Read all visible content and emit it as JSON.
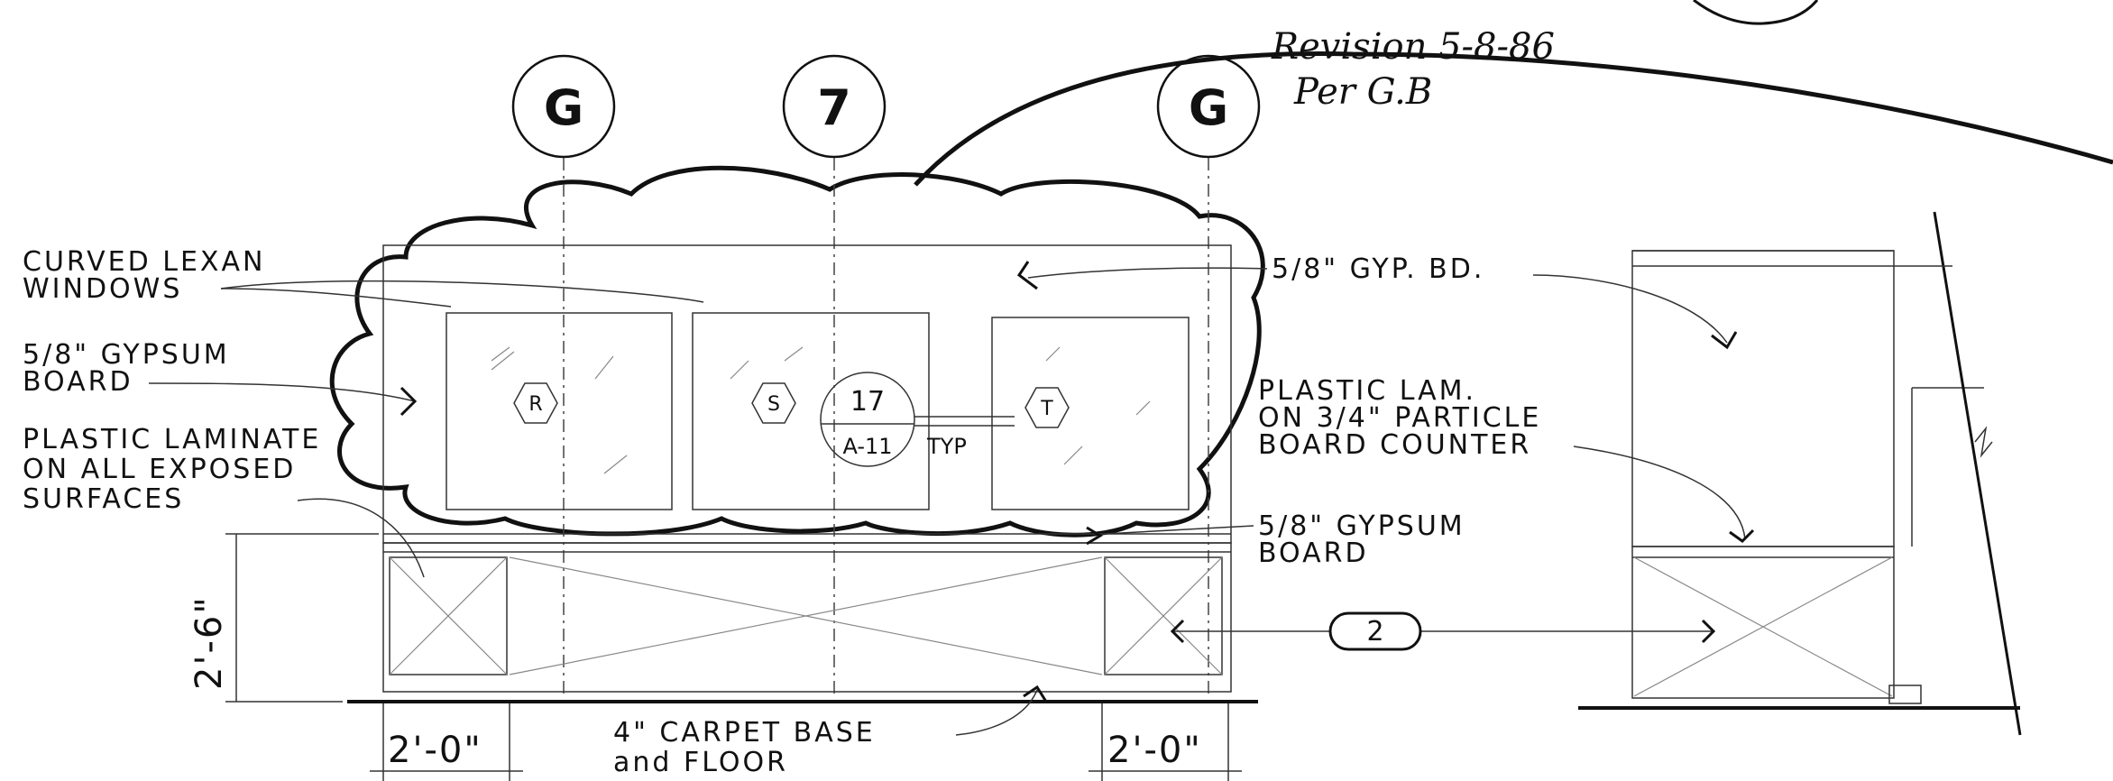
{
  "revision": {
    "line1": "Revision 5-8-86",
    "line2": "Per G.B"
  },
  "grid_bubbles": [
    "G",
    "7",
    "G"
  ],
  "section_tag": {
    "number": "17",
    "sheet": "A-11",
    "suffix": "TYP"
  },
  "hex_tags": [
    "R",
    "S",
    "T"
  ],
  "detail_tag": "2",
  "notes": {
    "lexan": [
      "CURVED LEXAN",
      "WINDOWS"
    ],
    "gyp_left": [
      "5/8\" GYPSUM",
      "BOARD"
    ],
    "laminate": [
      "PLASTIC LAMINATE",
      "ON ALL EXPOSED",
      "SURFACES"
    ],
    "gyp_bd": "5/8\" GYP. BD.",
    "counter": [
      "PLASTIC LAM.",
      "ON 3/4\" PARTICLE",
      "BOARD COUNTER"
    ],
    "gyp_right": [
      "5/8\" GYPSUM",
      "BOARD"
    ],
    "carpet": [
      "4\" CARPET BASE",
      "and FLOOR"
    ]
  },
  "dimensions": {
    "height": "2'-6\"",
    "left_width": "2'-0\"",
    "right_width": "2'-0\""
  }
}
